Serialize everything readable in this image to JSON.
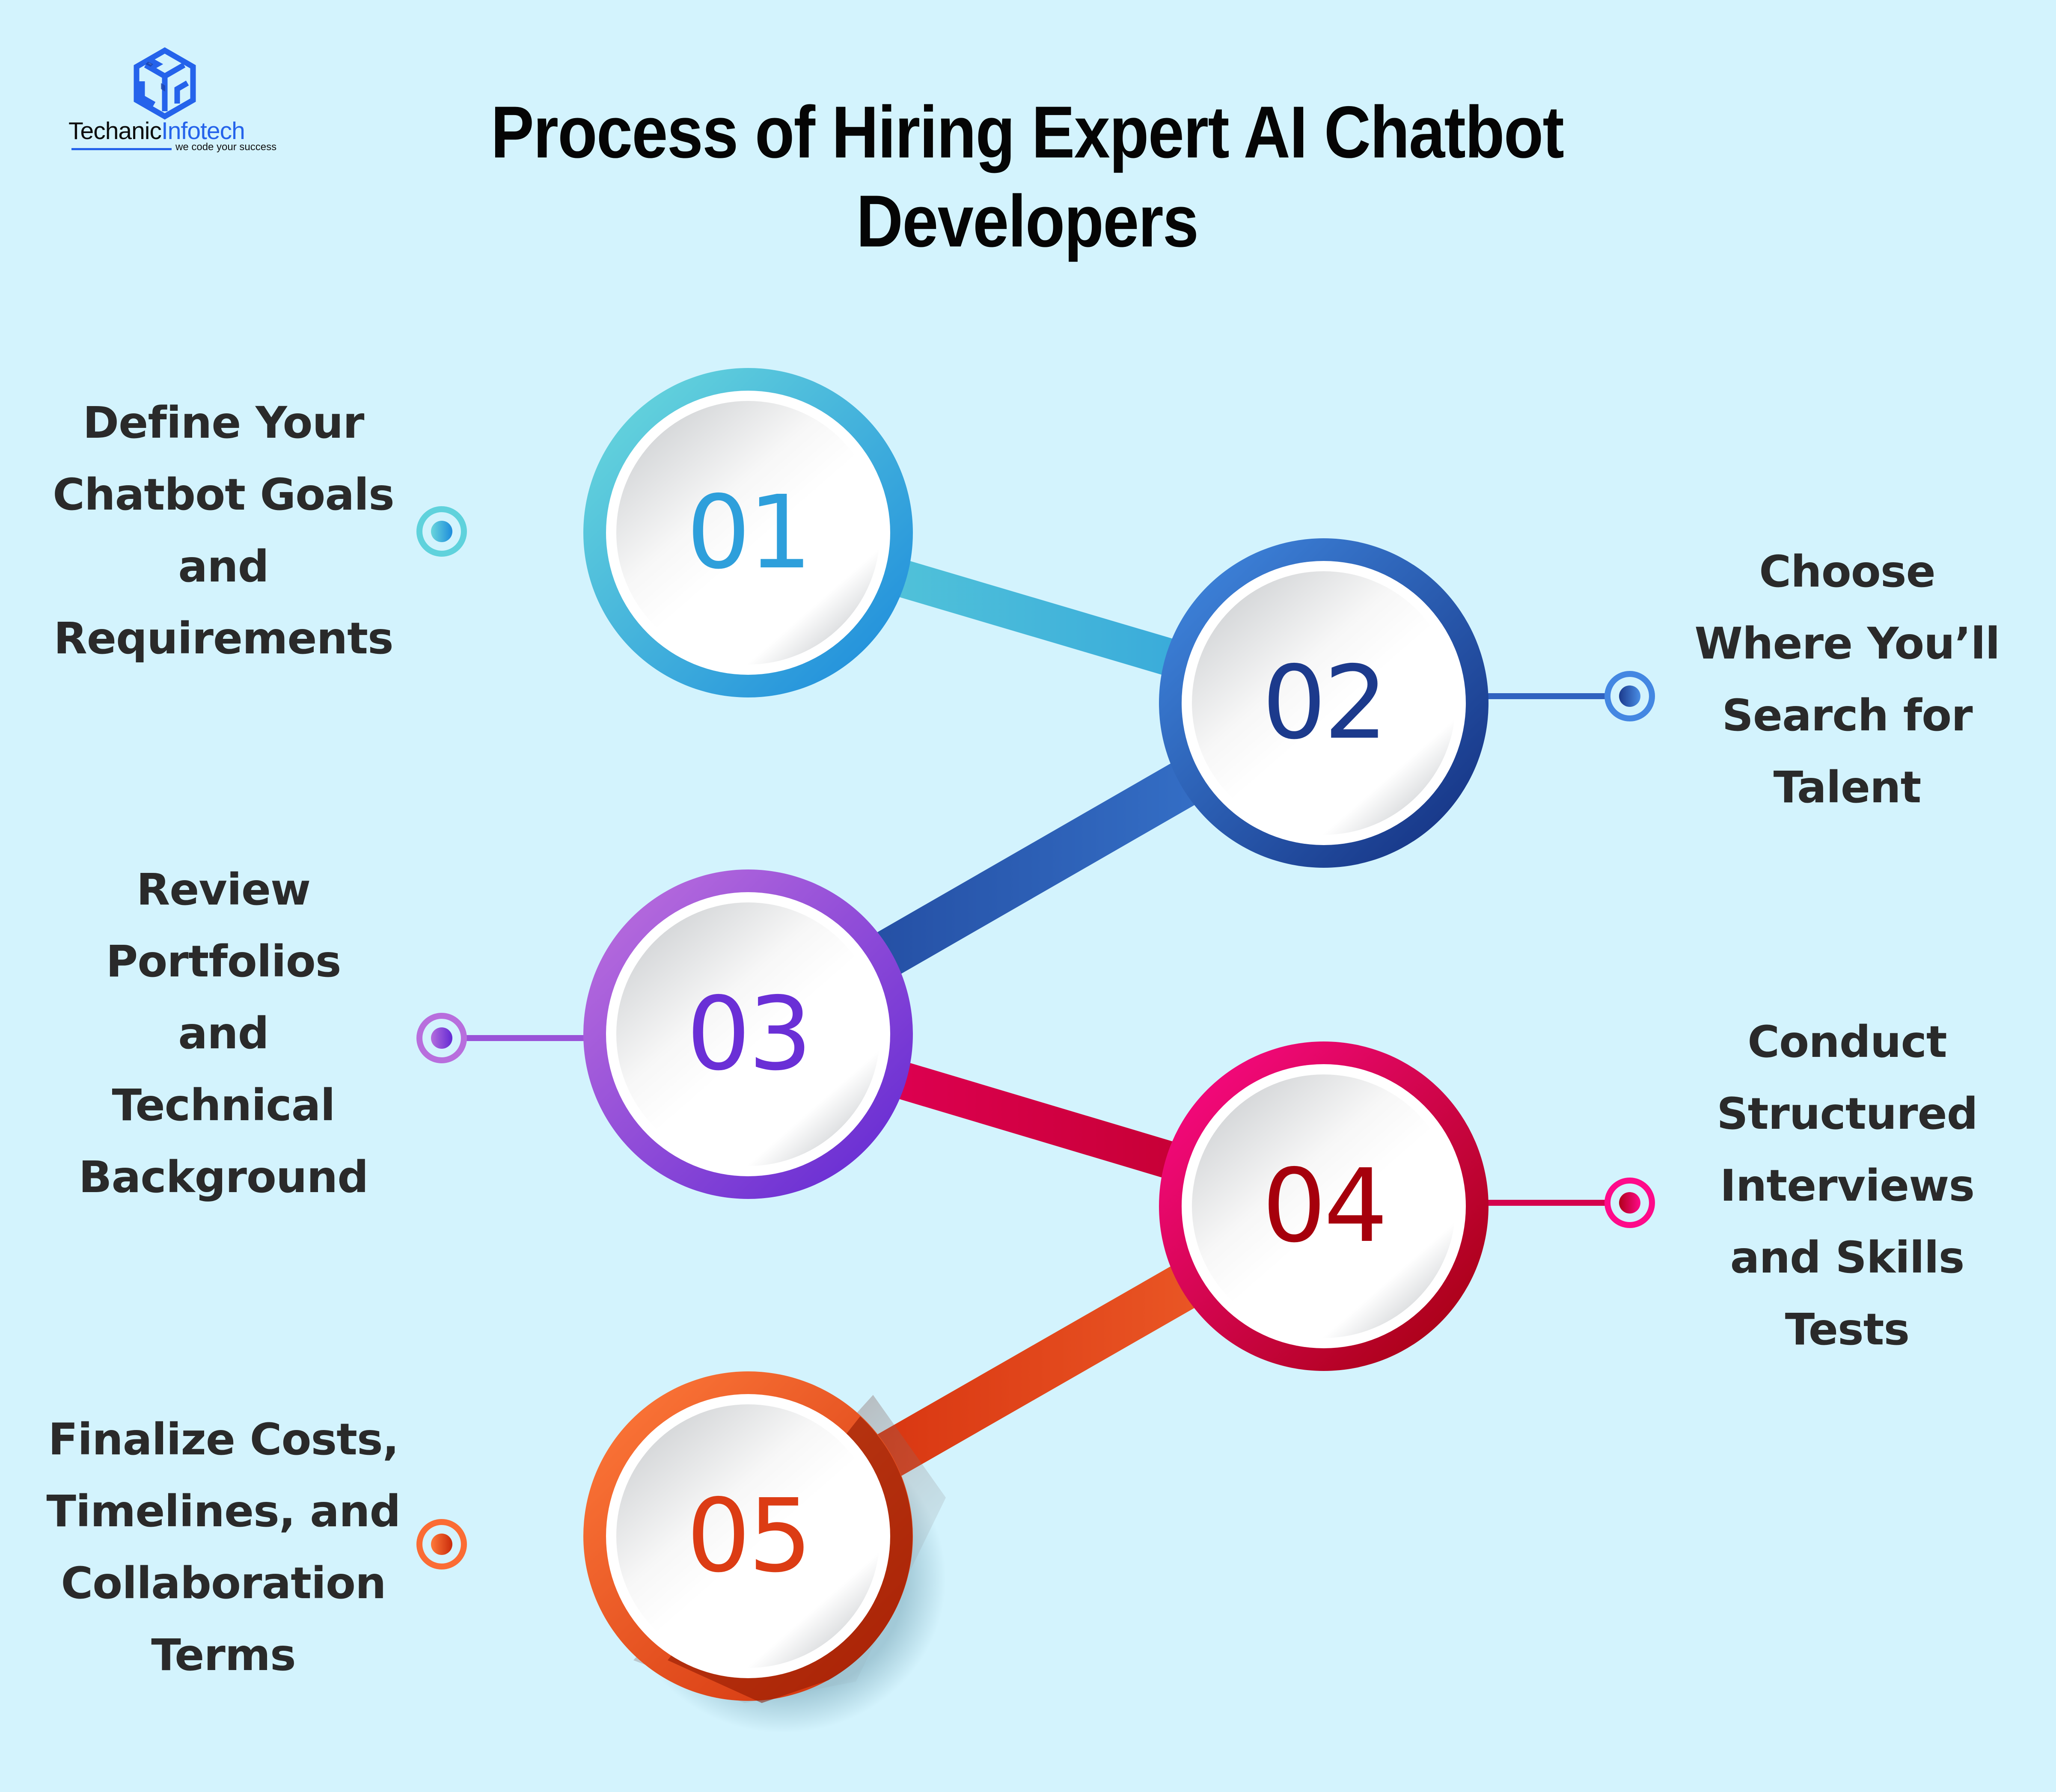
{
  "brand": {
    "name_part1": "Techanic",
    "name_part2": "Infotech",
    "tagline": "we code your success",
    "icon": "isometric-cube-logo-icon",
    "color": "#2563eb"
  },
  "title": {
    "line1": "Process of Hiring Expert AI Chatbot",
    "line2": "Developers"
  },
  "colors": {
    "background": "#d3f3fd",
    "text": "#2a2a2a"
  },
  "steps": [
    {
      "number": "01",
      "side": "left",
      "lines": [
        "Define Your",
        "Chatbot Goals",
        "and",
        "Requirements"
      ],
      "color_from": "#66d9dc",
      "color_to": "#1b8ddb",
      "number_color": "#2e9fdb"
    },
    {
      "number": "02",
      "side": "right",
      "lines": [
        "Choose",
        "Where You’ll",
        "Search for",
        "Talent"
      ],
      "color_from": "#3f88e0",
      "color_to": "#142f80",
      "number_color": "#1c3a8c"
    },
    {
      "number": "03",
      "side": "left",
      "lines": [
        "Review",
        "Portfolios",
        "and",
        "Technical",
        "Background"
      ],
      "color_from": "#b96edd",
      "color_to": "#6329d3",
      "number_color": "#6a2fd6"
    },
    {
      "number": "04",
      "side": "right",
      "lines": [
        "Conduct",
        "Structured",
        "Interviews",
        "and Skills",
        "Tests"
      ],
      "color_from": "#ff0a8a",
      "color_to": "#a8000c",
      "number_color": "#a6000c"
    },
    {
      "number": "05",
      "side": "left",
      "lines": [
        "Finalize Costs,",
        "Timelines, and",
        "Collaboration",
        "Terms"
      ],
      "color_from": "#ff7a3a",
      "color_to": "#c92a0a",
      "number_color": "#dc3c14"
    }
  ]
}
